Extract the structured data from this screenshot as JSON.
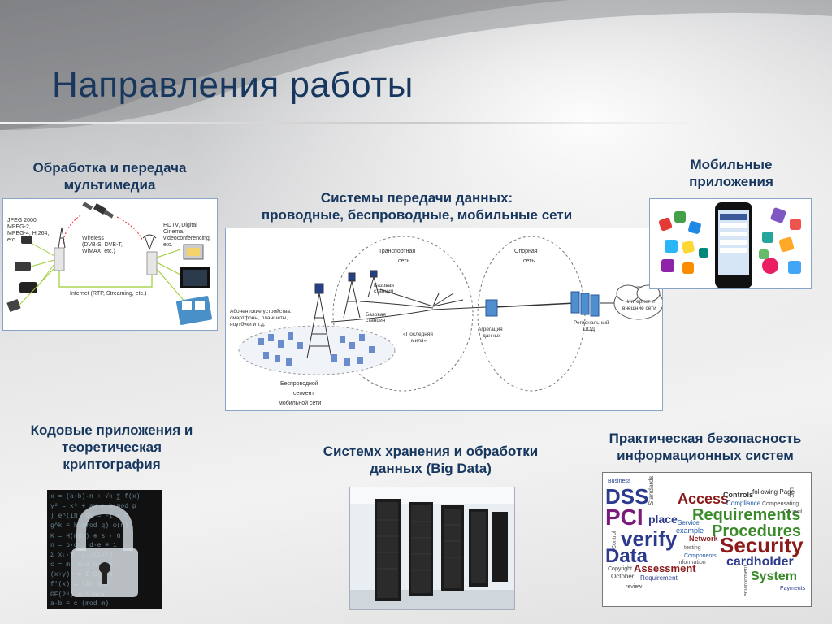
{
  "slide": {
    "title": "Направления работы"
  },
  "sections": {
    "multimedia": {
      "caption_line1": "Обработка и передача",
      "caption_line2": "мультимедиа",
      "diagram": {
        "left_label_1": "JPEG 2000,",
        "left_label_2": "MPEG-2,",
        "left_label_3": "MPEG-4, H.264,",
        "left_label_4": "etc.",
        "wireless_1": "Wireless",
        "wireless_2": "(DVB-S, DVB-T,",
        "wireless_3": "WiMAX, etc.)",
        "internet": "Internet (RTP, Streaming, etc.)",
        "right_label_1": "HDTV, Digital",
        "right_label_2": "Cinema,",
        "right_label_3": "videoconferencing,",
        "right_label_4": "etc."
      }
    },
    "networks": {
      "caption_line1": "Системы передачи данных:",
      "caption_line2": "проводные, беспроводные, мобильные сети",
      "diagram": {
        "transport_1": "Транспортная",
        "transport_2": "сеть",
        "core_1": "Опорная",
        "core_2": "сеть",
        "base_station_1": "Базовая",
        "base_station_2": "станция",
        "subscriber_1": "Абонентские устройства:",
        "subscriber_2": "смартфоны, планшеты,",
        "subscriber_3": "ноутбуки и т.д.",
        "last_mile_1": "«Последняя",
        "last_mile_2": "миля»",
        "aggregation_1": "Агрегация",
        "aggregation_2": "данных",
        "regional_1": "Региональный",
        "regional_2": "ЦОД",
        "internet_1": "Интернет и",
        "internet_2": "внешние сети",
        "wireless_seg_1": "Беспроводной",
        "wireless_seg_2": "сегмент",
        "wireless_seg_3": "мобильной сети"
      }
    },
    "mobile": {
      "caption_line1": "Мобильные",
      "caption_line2": "приложения"
    },
    "crypto": {
      "caption_line1": "Кодовые приложения и",
      "caption_line2": "теоретическая",
      "caption_line3": "криптография"
    },
    "bigdata": {
      "caption_line1": "Системх хранения и обработки",
      "caption_line2": "данных (Big Data)"
    },
    "security": {
      "caption_line1": "Практическая безопасность",
      "caption_line2": "информационных систем",
      "words": {
        "dss": "DSS",
        "pci": "PCI",
        "verify": "verify",
        "data": "Data",
        "access": "Access",
        "requirements": "Requirements",
        "procedures": "Procedures",
        "security": "Security",
        "cardholder": "cardholder",
        "system": "System",
        "assessment": "Assessment",
        "controls": "Controls",
        "following_page": "following Page",
        "compliance": "Compliance",
        "place": "place",
        "network": "Network",
        "service": "Service",
        "example": "example",
        "october": "October",
        "requirement": "Requirement",
        "standards": "Standards",
        "business": "Business",
        "council": "Council",
        "payments": "Payments",
        "compensating": "Compensating",
        "copyright": "Copyright",
        "review": "review",
        "testing": "testing",
        "components": "Components",
        "information": "information",
        "control": "Control",
        "llc": "LLC",
        "environment": "environment"
      }
    }
  },
  "colors": {
    "title": "#17375e",
    "caption": "#17375e",
    "panel_border": "#8aa3c8"
  }
}
